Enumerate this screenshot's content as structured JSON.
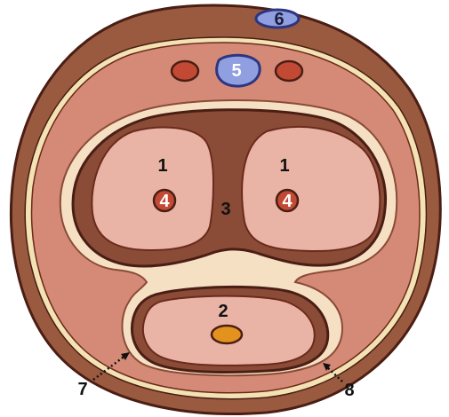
{
  "diagram": {
    "labels": {
      "corpus_cavernosum_left": "1",
      "corpus_cavernosum_right": "1",
      "corpus_spongiosum": "2",
      "septum": "3",
      "deep_artery_left": "4",
      "deep_artery_right": "4",
      "deep_dorsal_vein": "5",
      "superficial_dorsal_vein": "6",
      "pointer_left": "7",
      "pointer_right": "8"
    },
    "colors": {
      "outer_skin": "#9a5a3f",
      "outline_dark": "#4a1e14",
      "subcutaneous": "#d58a77",
      "fascia_line": "#f3e2b4",
      "tunica": "#8a4b37",
      "erectile_tissue": "#e9b4a5",
      "vein_blue": "#8f9fe0",
      "artery_red": "#c24a34",
      "urethra_orange": "#e4921e",
      "cream": "#f6e0c4"
    }
  }
}
